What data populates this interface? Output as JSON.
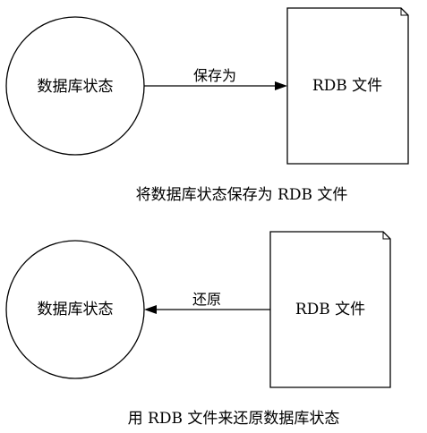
{
  "diagram": {
    "save": {
      "state_label": "数据库状态",
      "arrow_label": "保存为",
      "file_label": "RDB 文件",
      "caption": "将数据库状态保存为 RDB 文件"
    },
    "restore": {
      "state_label": "数据库状态",
      "arrow_label": "还原",
      "file_label": "RDB 文件",
      "caption": "用 RDB 文件来还原数据库状态"
    },
    "colors": {
      "stroke": "#000000",
      "background": "#ffffff",
      "text": "#000000"
    }
  }
}
